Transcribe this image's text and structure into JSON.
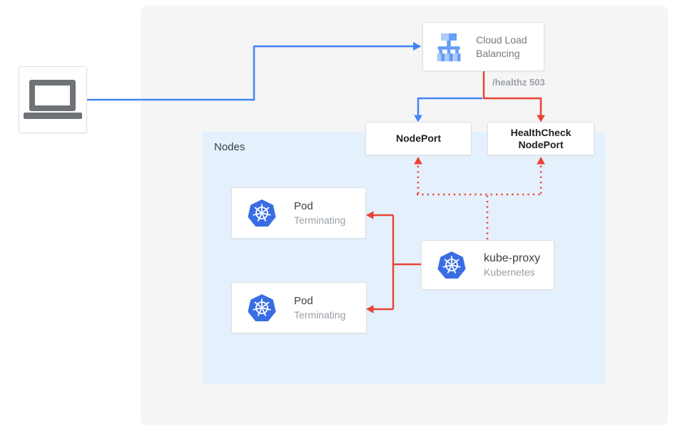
{
  "diagram": {
    "title_context": "Kubernetes external traffic via Cloud Load Balancing with terminating pods",
    "client": {
      "icon": "laptop"
    },
    "cloud_lb": {
      "title_line1": "Cloud Load",
      "title_line2": "Balancing",
      "icon": "cloud-load-balancing"
    },
    "healthz_label": "/healthz 503",
    "nodes_group": {
      "label": "Nodes"
    },
    "nodeport": {
      "label": "NodePort"
    },
    "healthcheck_nodeport": {
      "label_line1": "HealthCheck",
      "label_line2": "NodePort"
    },
    "pod1": {
      "title": "Pod",
      "status": "Terminating",
      "icon": "kubernetes"
    },
    "pod2": {
      "title": "Pod",
      "status": "Terminating",
      "icon": "kubernetes"
    },
    "kube_proxy": {
      "title": "kube-proxy",
      "subtitle": "Kubernetes",
      "icon": "kubernetes"
    },
    "colors": {
      "traffic_blue": "#4285f4",
      "health_red": "#ea4335",
      "nodes_bg": "#e4f1fc",
      "panel_bg": "#f5f5f6",
      "kubernetes_blue": "#326ce5",
      "lb_icon_light": "#aecbfa",
      "lb_icon_medium": "#669df6",
      "text_dark": "#212121",
      "text_gray": "#9aa0a6"
    }
  }
}
